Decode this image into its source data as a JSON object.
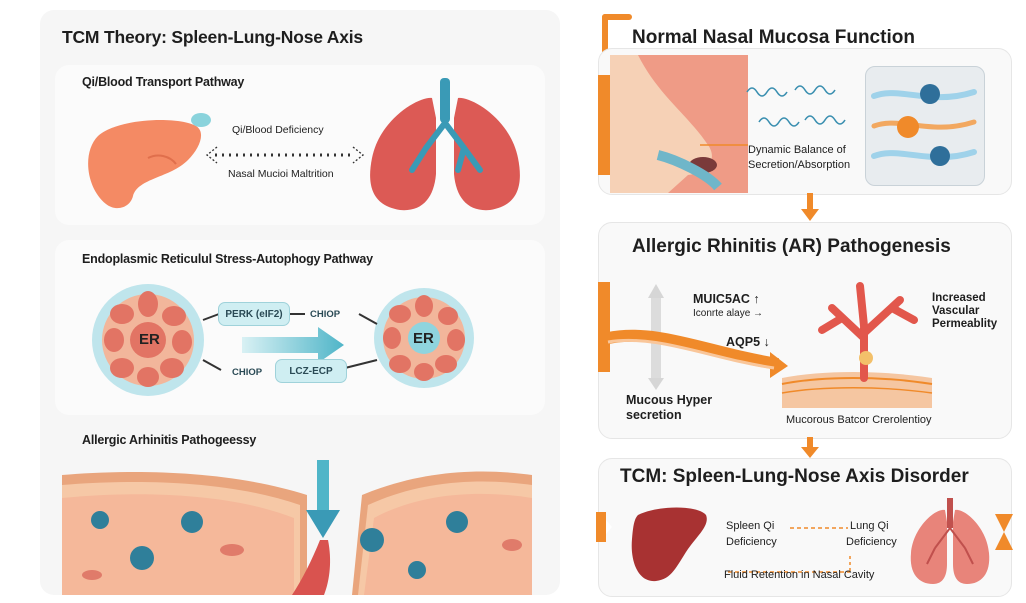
{
  "left": {
    "title": "TCM Theory: Spleen-Lung-Nose Axis",
    "section1": {
      "heading": "Qi/Blood Transport Pathway",
      "arrow_top": "Qi/Blood Deficiency",
      "arrow_bottom": "Nasal Mucioi Maltrition"
    },
    "section2": {
      "heading": "Endoplasmic Reticulul Stress-Autophogy Pathway",
      "cell_left": "ER",
      "cell_right": "ER",
      "perk": "PERK (eIF2)",
      "chiop_top": "CHIOP",
      "chiop_bottom": "CHIOP",
      "lcz": "LCZ-ECP"
    },
    "section3": {
      "heading": "Allergic Arhinitis Pathogeessy"
    }
  },
  "right": {
    "card1": {
      "title": "Normal Nasal Mucosa Function",
      "caption_line1": "Dynamic Balance of",
      "caption_line2": "Secretion/Absorption"
    },
    "card2": {
      "title": "Allergic Rhinitis (AR) Pathogenesis",
      "muc": "MUIC5AC ↑",
      "muc_sub": "Iconrte alaye →",
      "aqp": "AQP5 ↓",
      "mucous_line1": "Mucous Hyper",
      "mucous_line2": "secretion",
      "vasc_line1": "Increased",
      "vasc_line2": "Vascular",
      "vasc_line3": "Permeablity",
      "bottom": "Mucorous Batcor Crerolentioy"
    },
    "card3": {
      "title": "TCM: Spleen-Lung-Nose Axis Disorder",
      "spleen_line1": "Spleen Qi",
      "spleen_line2": "Deficiency",
      "lung_line1": "Lung Qi",
      "lung_line2": "Deficiency",
      "bottom": "Fluid Retention in Nasal Cavity"
    }
  },
  "colors": {
    "orange": "#f08a2a",
    "organ_red": "#d9534f",
    "liver": "#f48a64",
    "teal": "#3aa0b8",
    "mucosa": "#f7c8a8"
  }
}
